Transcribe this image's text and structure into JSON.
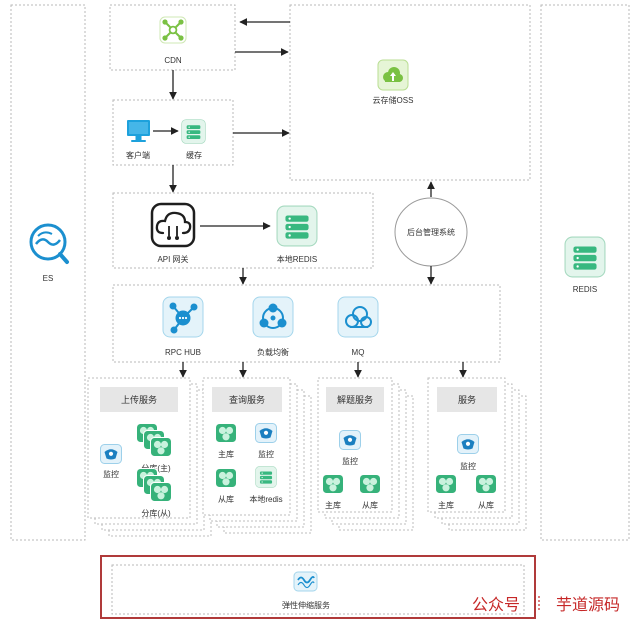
{
  "cdn": {
    "label": "CDN",
    "icon": "cdn-network-icon"
  },
  "oss": {
    "label": "云存储OSS",
    "icon": "cloud-upload-icon"
  },
  "client": {
    "label": "客户端",
    "icon": "monitor-icon"
  },
  "cache": {
    "label": "缓存",
    "icon": "layer-stack-icon"
  },
  "api_gateway": {
    "label": "API 网关",
    "icon": "cloud-gateway-icon"
  },
  "local_redis": {
    "label": "本地REDIS",
    "icon": "layer-stack-icon"
  },
  "admin": {
    "label": "后台管理系统"
  },
  "middleware": [
    {
      "label": "RPC HUB",
      "icon": "hub-icon"
    },
    {
      "label": "负载均衡",
      "icon": "load-balancer-icon"
    },
    {
      "label": "MQ",
      "icon": "message-queue-icon"
    }
  ],
  "es": {
    "label": "ES",
    "icon": "search-engine-icon"
  },
  "redis": {
    "label": "REDIS",
    "icon": "layer-stack-icon"
  },
  "services": [
    {
      "title": "上传服务",
      "items": [
        {
          "label": "监控",
          "icon": "monitoring-icon"
        },
        {
          "label": "分库(主)",
          "icon": "database-cluster-icon"
        },
        {
          "label": "分库(从)",
          "icon": "database-cluster-icon"
        }
      ]
    },
    {
      "title": "查询服务",
      "items": [
        {
          "label": "主库",
          "icon": "database-icon"
        },
        {
          "label": "监控",
          "icon": "monitoring-icon"
        },
        {
          "label": "从库",
          "icon": "database-icon"
        },
        {
          "label": "本地redis",
          "icon": "layer-stack-icon"
        }
      ]
    },
    {
      "title": "解题服务",
      "items": [
        {
          "label": "监控",
          "icon": "monitoring-icon"
        },
        {
          "label": "主库",
          "icon": "database-icon"
        },
        {
          "label": "从库",
          "icon": "database-icon"
        }
      ]
    },
    {
      "title": "服务",
      "items": [
        {
          "label": "监控",
          "icon": "monitoring-icon"
        },
        {
          "label": "主库",
          "icon": "database-icon"
        },
        {
          "label": "从库",
          "icon": "database-icon"
        }
      ]
    }
  ],
  "autoscale": {
    "label": "弹性伸缩服务",
    "icon": "wave-icon"
  },
  "watermark": {
    "prefix": "公众号",
    "name": "芋道源码"
  },
  "colors": {
    "cdn_green": "#7ac143",
    "db_green": "#36b27a",
    "accent_blue": "#1b8fcf",
    "highlight_border": "#b03a3a",
    "watermark_red": "#c62828"
  }
}
